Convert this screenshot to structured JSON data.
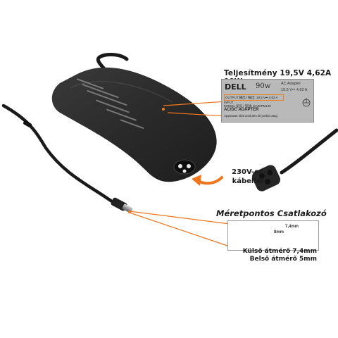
{
  "callouts": {
    "power_title": "Teljesítmény 19,5V 4,62A 90W",
    "cable_label_1": "230V-os",
    "cable_label_2": "kábellel",
    "plug_title": "Méretpontos Csatlakozó",
    "outer_diameter": "Külső átmérő 7,4mm",
    "inner_diameter": "Belső átmérő 5mm"
  },
  "label": {
    "brand": "DELL",
    "wattage": "90w",
    "ac_adapter": "AC Adapter",
    "rating": "19.5 V⎓ 4.62 A",
    "output": "OUTPUT 输出 / 輸出: 19.5 V⎓ 4.62 A",
    "input": "INPUT",
    "model": "MODEL 型号 / 型號: DA90PM130",
    "adapter": "AC/DC ADAPTER",
    "fine_print": "Apparatet skal anslutes till jordat uttag"
  },
  "plug_detail": {
    "outer_mm": "7,4mm",
    "inner_mm": "8mm"
  },
  "colors": {
    "accent_orange": "#f0761e",
    "adapter_body": "#2b2b2b",
    "cable": "#1a1a1a"
  }
}
